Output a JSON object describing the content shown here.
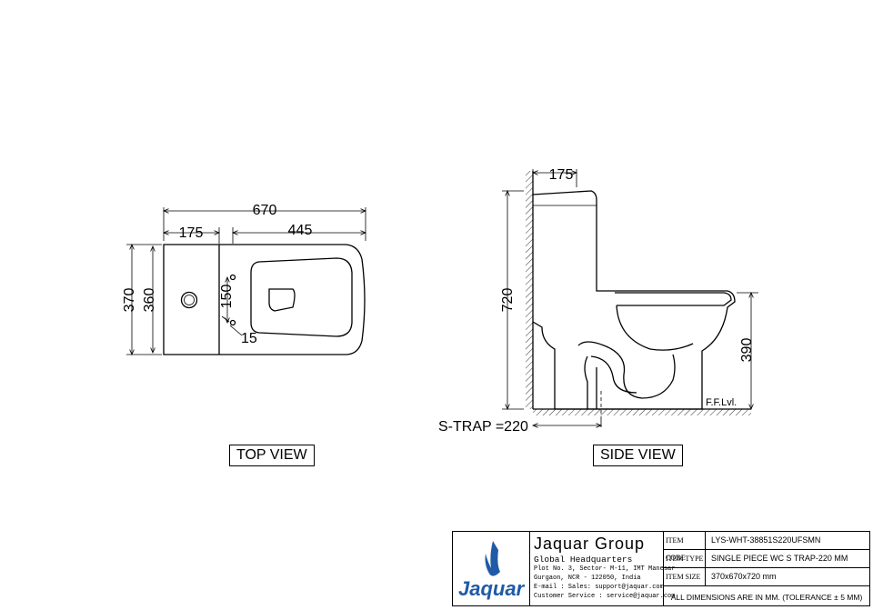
{
  "top_view": {
    "label": "TOP VIEW",
    "dims": {
      "overall_length": "670",
      "tank_depth": "175",
      "bowl_length": "445",
      "overall_width": "370",
      "inner_width": "360",
      "hole_spacing": "150",
      "hole_dia": "15"
    }
  },
  "side_view": {
    "label": "SIDE VIEW",
    "dims": {
      "tank_top": "175",
      "height": "720",
      "seat_height": "390",
      "s_trap": "S-TRAP =220",
      "floor_level": "F.F.Lvl."
    }
  },
  "title_block": {
    "logo_text": "Jaquar",
    "company": "Jaquar Group",
    "hq_title": "Global Headquarters",
    "address_lines": [
      "Plot No. 3, Sector- M-11, IMT Manesar",
      "Gurgaon, NCR - 122050, India",
      "E-mail : Sales: support@jaquar.com",
      "Customer Service : service@jaquar.com"
    ],
    "rows": [
      {
        "key": "ITEM CODE",
        "value": "LYS-WHT-38851S220UFSMN"
      },
      {
        "key": "ITEM TYPE",
        "value": "SINGLE PIECE WC S TRAP-220 MM"
      },
      {
        "key": "ITEM SIZE",
        "value": "370x670x720 mm"
      }
    ],
    "footer": "ALL DIMENSIONS ARE IN MM. (TOLERANCE ± 5 MM)"
  },
  "colors": {
    "line": "#000000",
    "logo_blue": "#1f5aa6",
    "background": "#ffffff"
  }
}
